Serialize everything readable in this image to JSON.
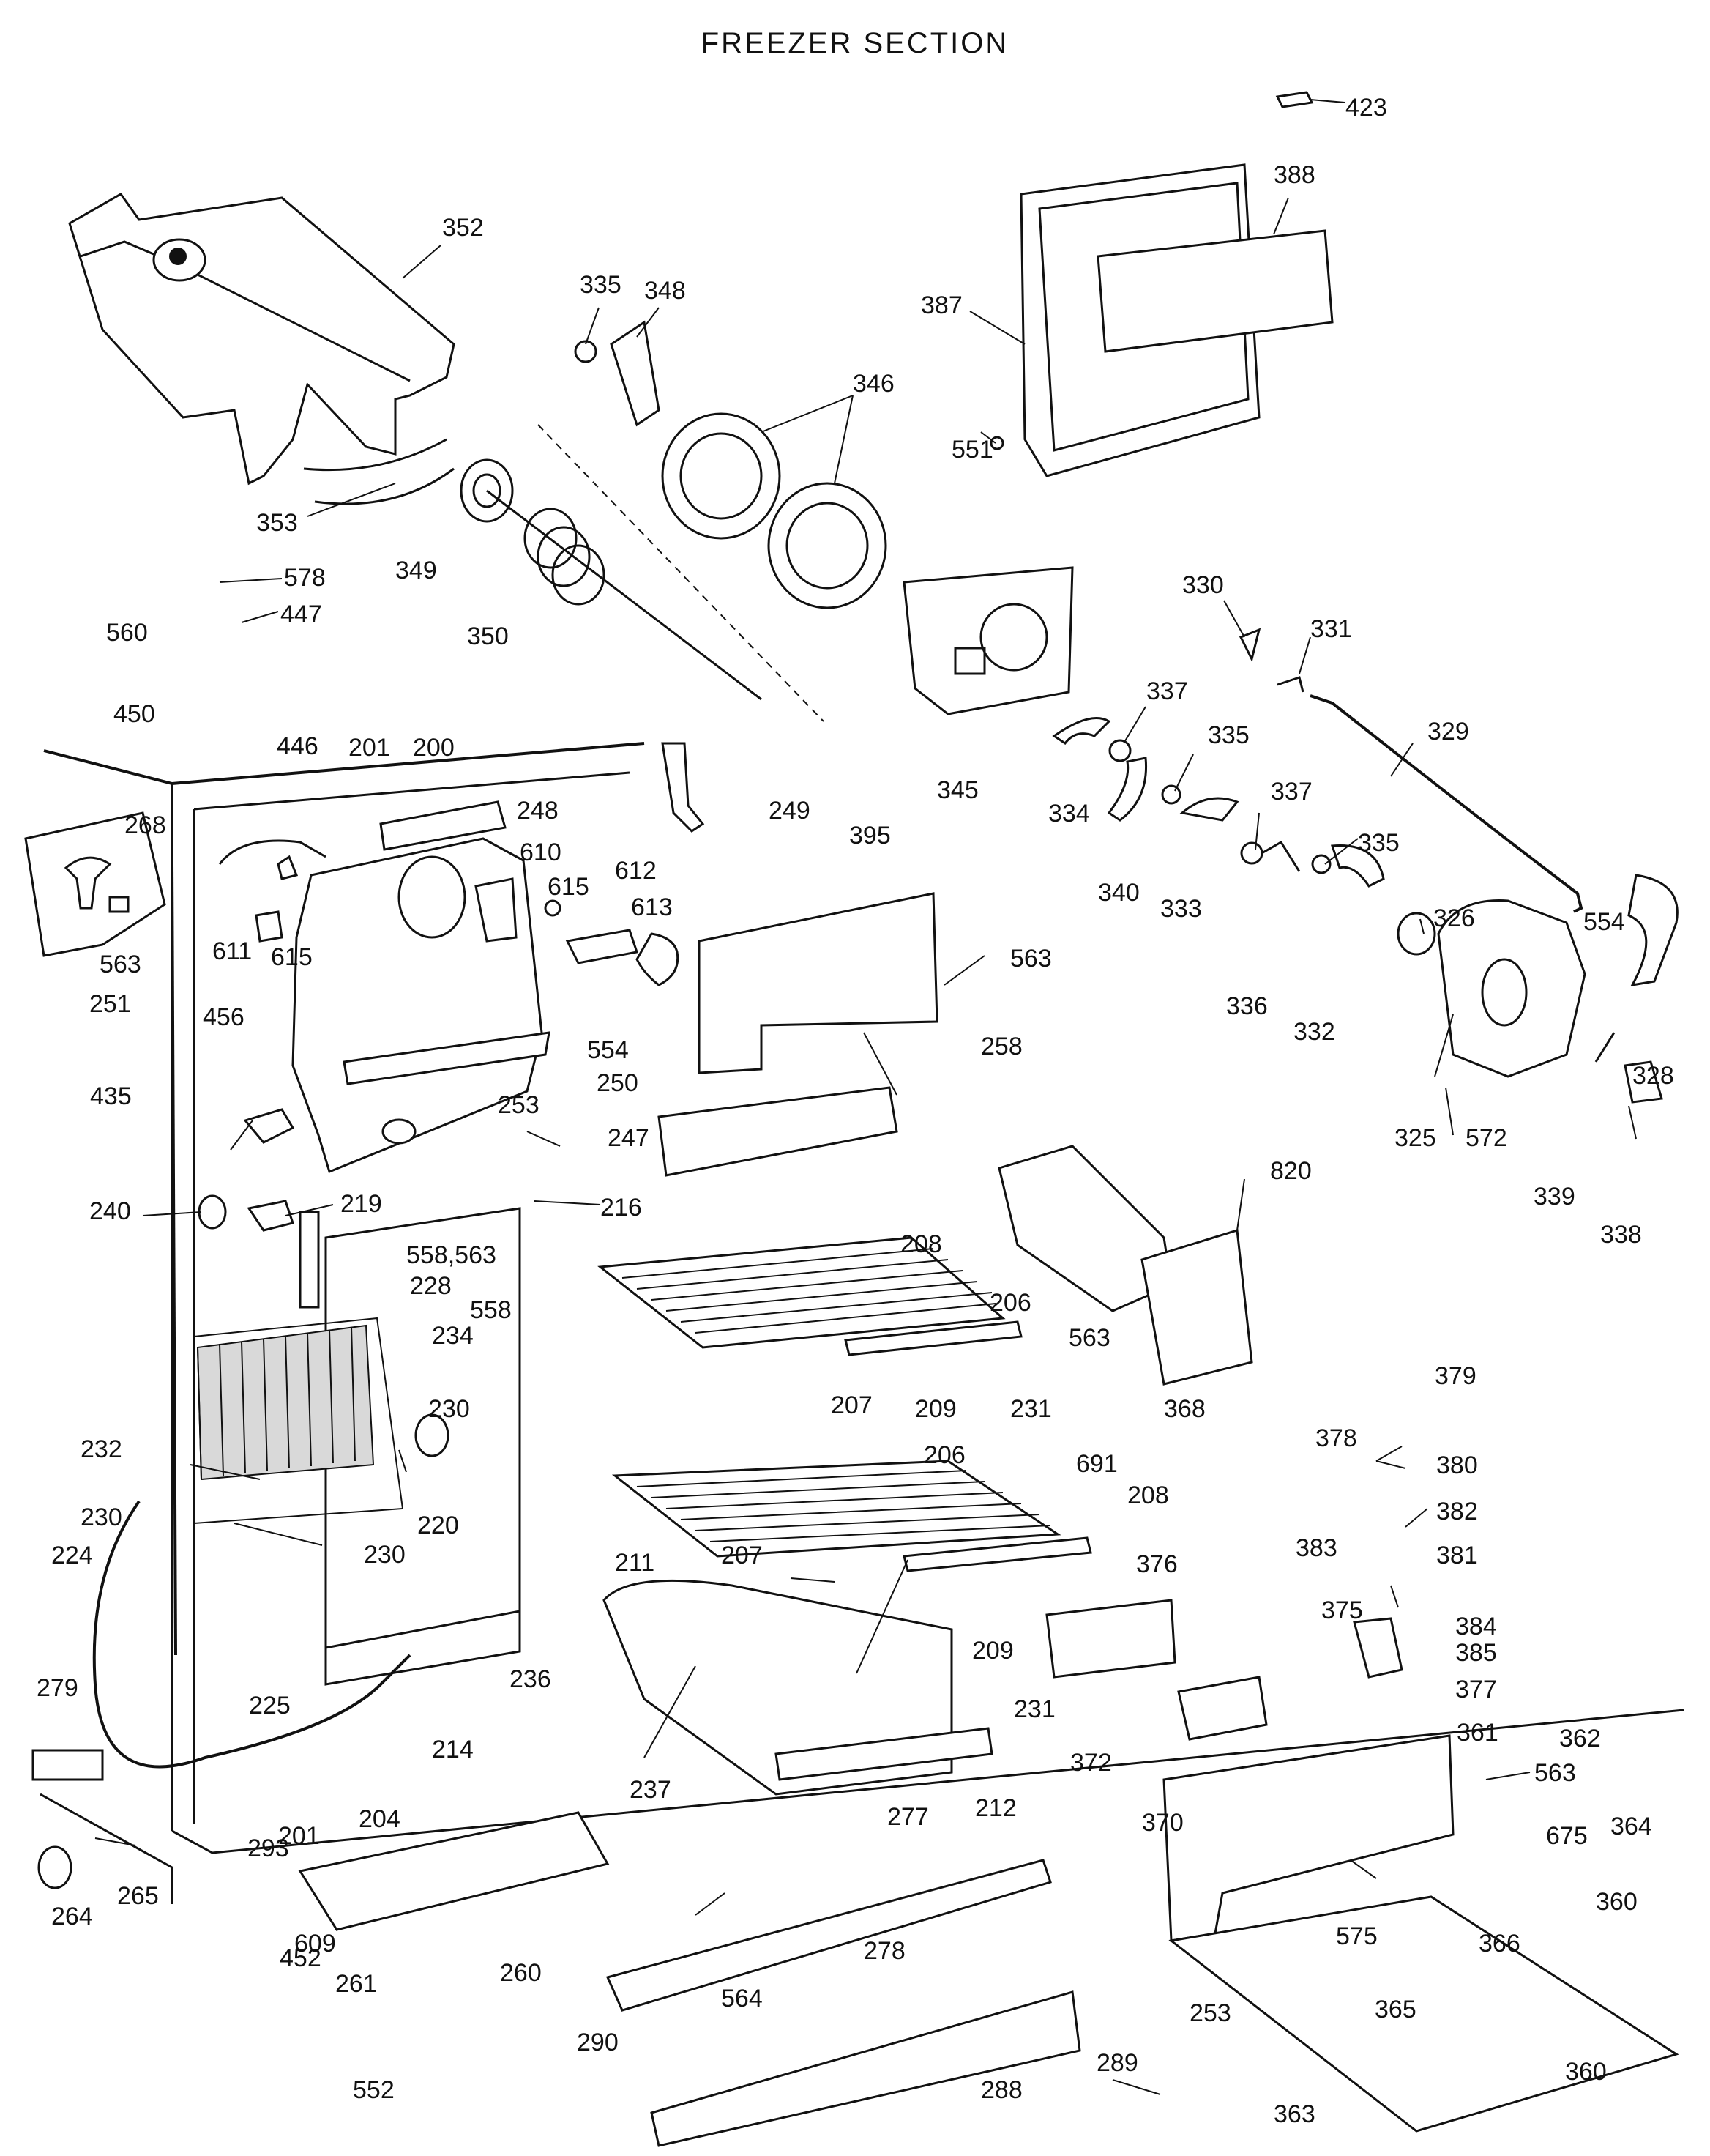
{
  "title": "FREEZER SECTION",
  "part_numbers": [
    "423",
    "388",
    "352",
    "335",
    "348",
    "346",
    "387",
    "551",
    "353",
    "349",
    "350",
    "578",
    "447",
    "560",
    "450",
    "446",
    "330",
    "331",
    "329",
    "201",
    "200",
    "248",
    "249",
    "337",
    "335",
    "268",
    "610",
    "612",
    "615",
    "613",
    "395",
    "334",
    "345",
    "340",
    "333",
    "337",
    "335",
    "563",
    "611",
    "615",
    "326",
    "554",
    "563",
    "251",
    "554",
    "336",
    "332",
    "456",
    "250",
    "258",
    "328",
    "435",
    "253",
    "247",
    "325",
    "572",
    "339",
    "338",
    "216",
    "820",
    "240",
    "219",
    "558,563",
    "228",
    "558",
    "208",
    "206",
    "234",
    "563",
    "230",
    "207",
    "209",
    "231",
    "368",
    "691",
    "379",
    "378",
    "232",
    "206",
    "380",
    "220",
    "230",
    "224",
    "230",
    "208",
    "382",
    "211",
    "207",
    "376",
    "383",
    "381",
    "375",
    "384",
    "385",
    "236",
    "209",
    "377",
    "279",
    "225",
    "214",
    "231",
    "372",
    "361",
    "362",
    "237",
    "212",
    "370",
    "563",
    "277",
    "204",
    "201",
    "675",
    "364",
    "293",
    "265",
    "609",
    "360",
    "264",
    "260",
    "575",
    "278",
    "366",
    "452",
    "261",
    "564",
    "253",
    "365",
    "289",
    "290",
    "552",
    "288",
    "363",
    "360"
  ]
}
